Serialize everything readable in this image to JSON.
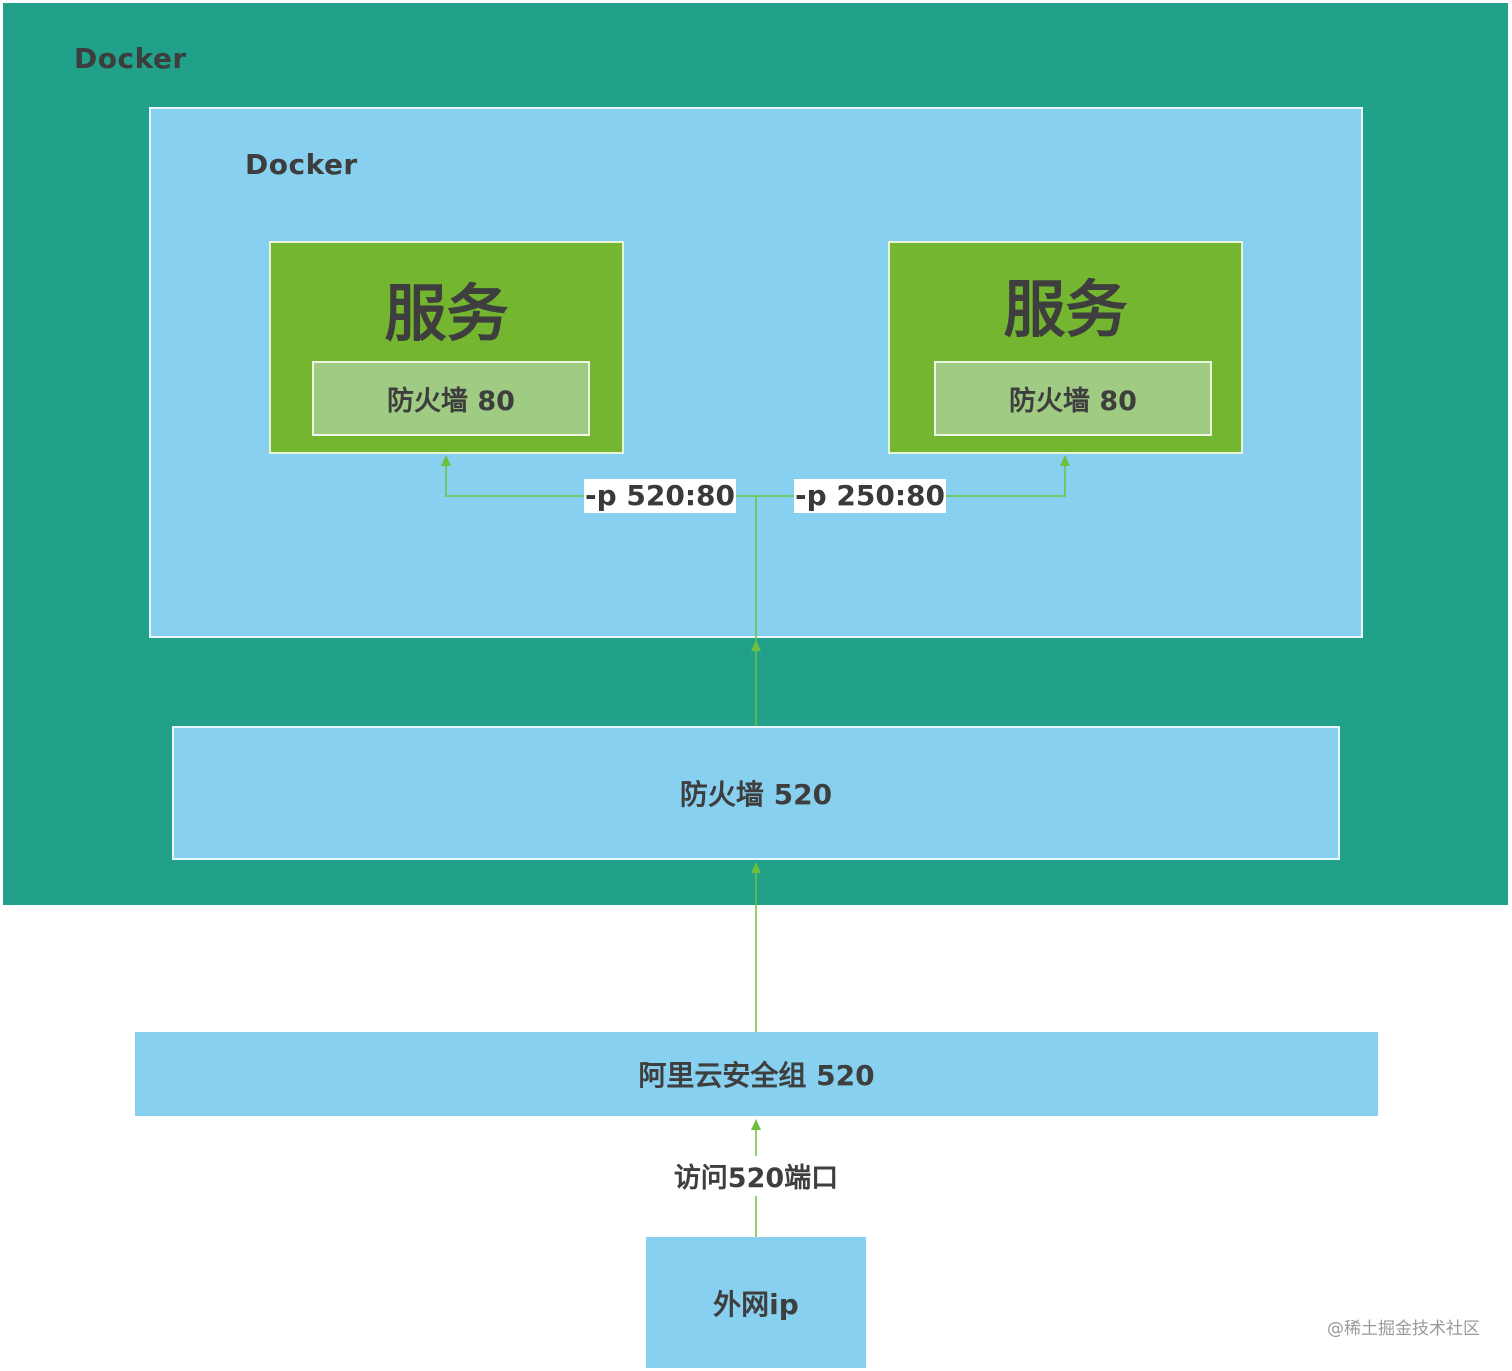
{
  "outer": {
    "label": "Docker"
  },
  "inner": {
    "label": "Docker"
  },
  "services": [
    {
      "title": "服务",
      "firewall": "防火墙   80",
      "port_mapping": "-p 520:80"
    },
    {
      "title": "服务",
      "firewall": "防火墙   80",
      "port_mapping": "-p 250:80"
    }
  ],
  "host_firewall": "防火墙   520",
  "security_group": "阿里云安全组   520",
  "access_label": "访问520端口",
  "external_ip": "外网ip",
  "watermark": "@稀土掘金技术社区",
  "colors": {
    "outer_bg": "#21a08a",
    "light_blue": "#87d0ef",
    "service_green": "#74b630",
    "firewall_green": "#9fcb83",
    "connector": "#6fbf3f"
  }
}
